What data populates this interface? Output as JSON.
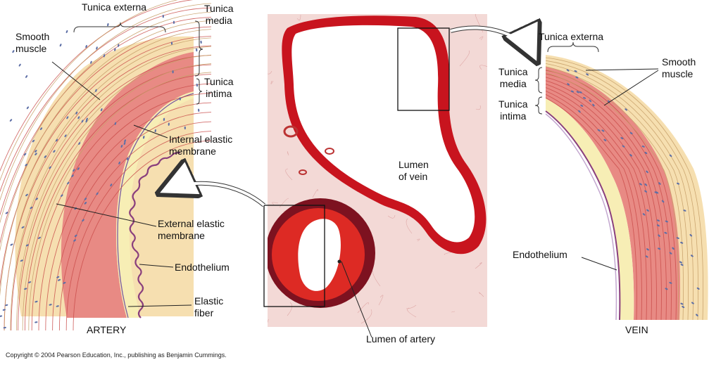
{
  "labels": {
    "artery_tunica_externa": "Tunica externa",
    "artery_tunica_media_1": "Tunica",
    "artery_tunica_media_2": "media",
    "artery_tunica_intima_1": "Tunica",
    "artery_tunica_intima_2": "intima",
    "artery_smooth_muscle_1": "Smooth",
    "artery_smooth_muscle_2": "muscle",
    "internal_elastic_1": "Internal elastic",
    "internal_elastic_2": "membrane",
    "external_elastic_1": "External elastic",
    "external_elastic_2": "membrane",
    "artery_endothelium": "Endothelium",
    "elastic_fiber_1": "Elastic",
    "elastic_fiber_2": "fiber",
    "artery_title": "ARTERY",
    "lumen_vein_1": "Lumen",
    "lumen_vein_2": "of vein",
    "lumen_artery": "Lumen of artery",
    "vein_tunica_externa": "Tunica externa",
    "vein_tunica_media_1": "Tunica",
    "vein_tunica_media_2": "media",
    "vein_tunica_intima_1": "Tunica",
    "vein_tunica_intima_2": "intima",
    "vein_smooth_muscle_1": "Smooth",
    "vein_smooth_muscle_2": "muscle",
    "vein_endothelium": "Endothelium",
    "vein_title": "VEIN"
  },
  "copyright": "Copyright © 2004 Pearson Education, Inc., publishing as Benjamin Cummings.",
  "colors": {
    "externa": "#f6dfb0",
    "media": "#e88a84",
    "media_stripe": "#c94b49",
    "intima": "#f7eeb5",
    "nucleus": "#5d6fa6",
    "histo_bg": "#f3d9d6",
    "histo_wall": "#c8141e"
  }
}
